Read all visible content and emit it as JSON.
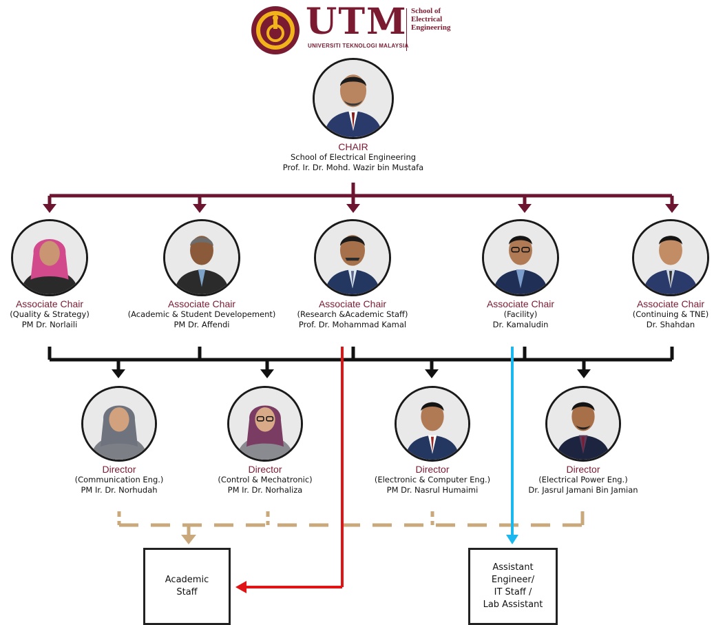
{
  "logo": {
    "wordmark": "UTM",
    "university": "UNIVERSITI TEKNOLOGI MALAYSIA",
    "school_line1": "School of",
    "school_line2": "Electrical",
    "school_line3": "Engineering"
  },
  "chair": {
    "role": "CHAIR",
    "department": "School of Electrical Engineering",
    "name": "Prof. Ir. Dr. Mohd. Wazir bin Mustafa"
  },
  "associate_chairs": [
    {
      "role": "Associate Chair",
      "department": "(Quality & Strategy)",
      "name": "PM Dr. Norlaili"
    },
    {
      "role": "Associate Chair",
      "department": "(Academic & Student Developement)",
      "name": "PM Dr. Affendi"
    },
    {
      "role": "Associate Chair",
      "department": "(Research &Academic Staff)",
      "name": "Prof. Dr. Mohammad Kamal"
    },
    {
      "role": "Associate Chair",
      "department": "(Facility)",
      "name": "Dr. Kamaludin"
    },
    {
      "role": "Associate Chair",
      "department": "(Continuing & TNE)",
      "name": "Dr. Shahdan"
    }
  ],
  "directors": [
    {
      "role": "Director",
      "department": "(Communication Eng.)",
      "name": "PM Ir. Dr. Norhudah"
    },
    {
      "role": "Director",
      "department": "(Control & Mechatronic)",
      "name": "PM Ir. Dr. Norhaliza"
    },
    {
      "role": "Director",
      "department": "(Electronic & Computer  Eng.)",
      "name": "PM Dr. Nasrul Humaimi"
    },
    {
      "role": "Director",
      "department": "(Electrical Power Eng.)",
      "name": "Dr. Jasrul Jamani Bin Jamian"
    }
  ],
  "staff_boxes": {
    "academic": {
      "line1": "Academic",
      "line2": "Staff"
    },
    "support": {
      "line1": "Assistant",
      "line2": "Engineer/",
      "line3": "IT Staff /",
      "line4": "Lab Assistant"
    }
  },
  "colors": {
    "maroon": "#6b1530",
    "black": "#111111",
    "red": "#e01414",
    "cyan": "#1ab8ee",
    "tan": "#c9a87c"
  }
}
